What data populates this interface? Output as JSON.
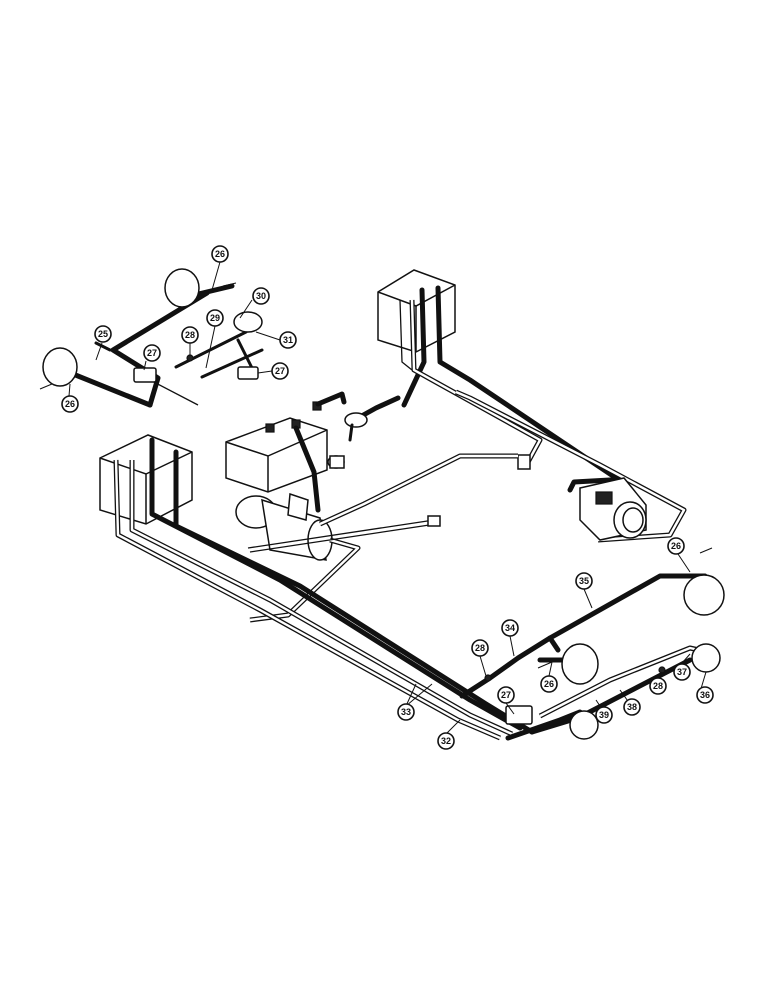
{
  "callouts": [
    {
      "id": "c26a",
      "label": "26"
    },
    {
      "id": "c30",
      "label": "30"
    },
    {
      "id": "c25",
      "label": "25"
    },
    {
      "id": "c28a",
      "label": "28"
    },
    {
      "id": "c29",
      "label": "29"
    },
    {
      "id": "c31",
      "label": "31"
    },
    {
      "id": "c27a",
      "label": "27"
    },
    {
      "id": "c27b",
      "label": "27"
    },
    {
      "id": "c26b",
      "label": "26"
    },
    {
      "id": "c26c",
      "label": "26"
    },
    {
      "id": "c35",
      "label": "35"
    },
    {
      "id": "c34",
      "label": "34"
    },
    {
      "id": "c28b",
      "label": "28"
    },
    {
      "id": "c26d",
      "label": "26"
    },
    {
      "id": "c37",
      "label": "37"
    },
    {
      "id": "c28c",
      "label": "28"
    },
    {
      "id": "c27c",
      "label": "27"
    },
    {
      "id": "c36",
      "label": "36"
    },
    {
      "id": "c39",
      "label": "39"
    },
    {
      "id": "c38",
      "label": "38"
    },
    {
      "id": "c33",
      "label": "33"
    },
    {
      "id": "c32",
      "label": "32"
    }
  ]
}
